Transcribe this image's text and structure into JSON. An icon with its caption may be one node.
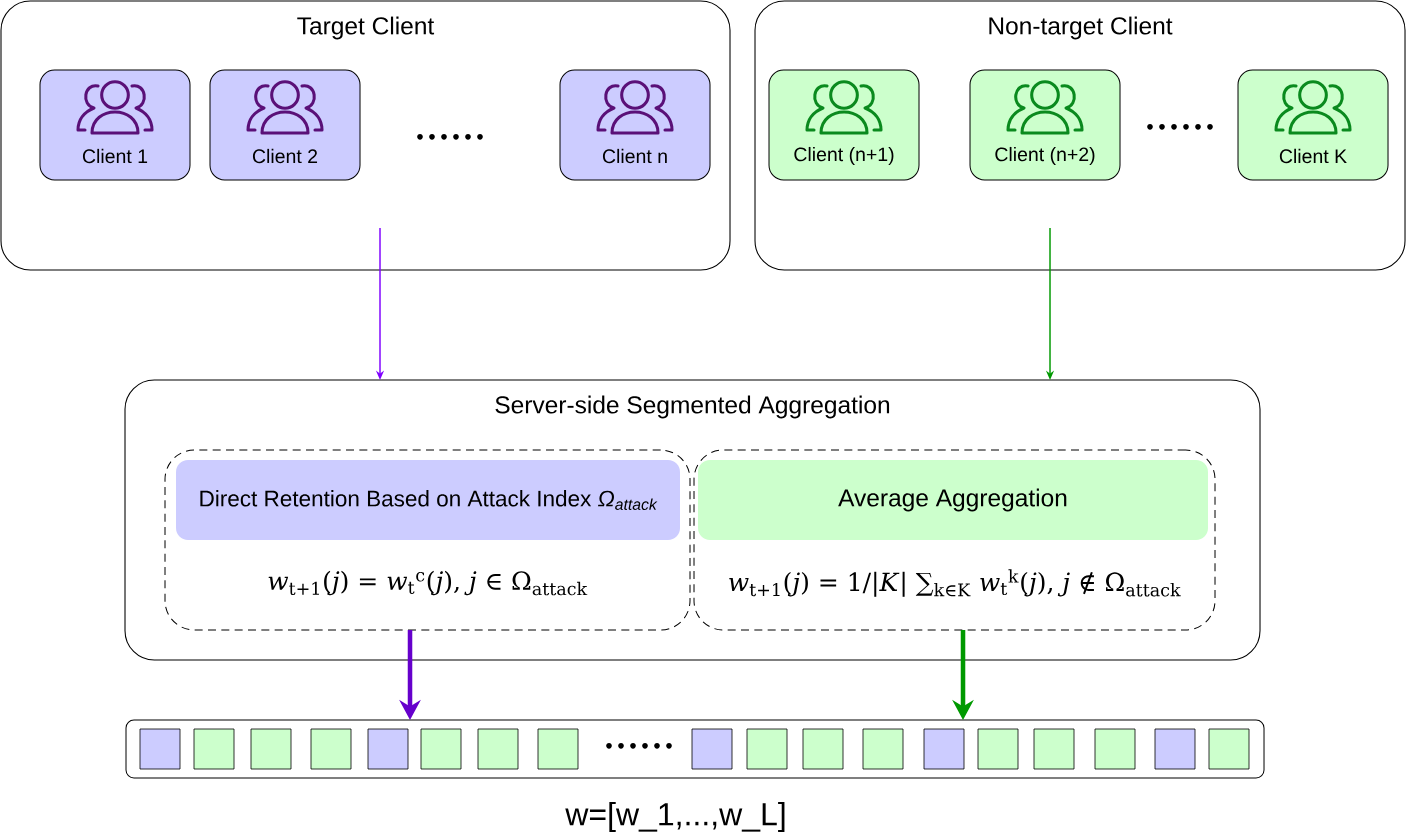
{
  "diagram": {
    "nodes": [
      {
        "text": [
          "Target Client"
        ]
      },
      {
        "text": [
          "Client 1"
        ],
        "in": 0
      },
      {
        "text": [
          "Client 2"
        ],
        "in": 0
      },
      {
        "text": [
          "Client n"
        ],
        "in": 0
      },
      {
        "text": [
          "Non-target Client"
        ]
      },
      {
        "text": [
          "Client (n+1)"
        ],
        "in": 4
      },
      {
        "text": [
          "Client (n+2)"
        ],
        "in": 4
      },
      {
        "text": [
          "Client K"
        ],
        "in": 4
      },
      {
        "text": [
          "Server-side Segmented Aggregation"
        ]
      },
      {
        "text": [
          "*w*$_{t+1}$(*j*) = *w*$_{t}$$^{c}$(*j*), *j* ∈ Ω$_{attack}$"
        ],
        "in": 8
      },
      {
        "text": [
          "Direct Retention Based on Attack Index *Ω$_{attack}$*"
        ],
        "in": 9
      },
      {
        "text": [
          "*w*$_{t+1}$(*j*) = 1/|*K*| ∑$_{k∈K}$ *w*$_{t}$$^{k}$(*j*), *j* ∉ Ω$_{attack}$"
        ],
        "in": 8
      },
      {
        "text": [
          "Average Aggregation"
        ],
        "in": 11
      },
      {
        "text": [],
        "shape": "box",
        "beside": [
          "w=[w_1,...,w_L]"
        ]
      },
      {
        "text": [],
        "shape": "box",
        "in": 13
      },
      {
        "text": [],
        "shape": "box",
        "in": 13
      },
      {
        "text": [],
        "shape": "box",
        "in": 13
      },
      {
        "text": [],
        "shape": "box",
        "in": 13
      },
      {
        "text": [],
        "shape": "box",
        "in": 13
      },
      {
        "text": [],
        "shape": "box",
        "in": 13
      },
      {
        "text": [],
        "shape": "box",
        "in": 13
      },
      {
        "text": [],
        "shape": "box",
        "in": 13
      },
      {
        "text": [],
        "shape": "box",
        "in": 13
      },
      {
        "text": [],
        "shape": "box",
        "in": 13
      },
      {
        "text": [],
        "shape": "box",
        "in": 13
      },
      {
        "text": [],
        "shape": "box",
        "in": 13
      },
      {
        "text": [],
        "shape": "box",
        "in": 13
      },
      {
        "text": [],
        "shape": "box",
        "in": 13
      },
      {
        "text": [],
        "shape": "box",
        "in": 13
      },
      {
        "text": [],
        "shape": "box",
        "in": 13
      },
      {
        "text": [],
        "shape": "box",
        "in": 13
      },
      {
        "text": [],
        "shape": "box",
        "in": 13
      }
    ],
    "edges": [
      {
        "from": 0,
        "to": 8,
        "arrow": "to",
        "color": "#7f00ff"
      },
      {
        "from": 4,
        "to": 8,
        "arrow": "to",
        "color": "#009900"
      },
      {
        "from": 9,
        "to": 13,
        "arrow": "to",
        "style": "thick",
        "color": "#6600cc"
      },
      {
        "from": 11,
        "to": 13,
        "arrow": "to",
        "style": "thick",
        "color": "#009900"
      }
    ],
    "labels": [
      "......",
      "......",
      "......"
    ]
  }
}
